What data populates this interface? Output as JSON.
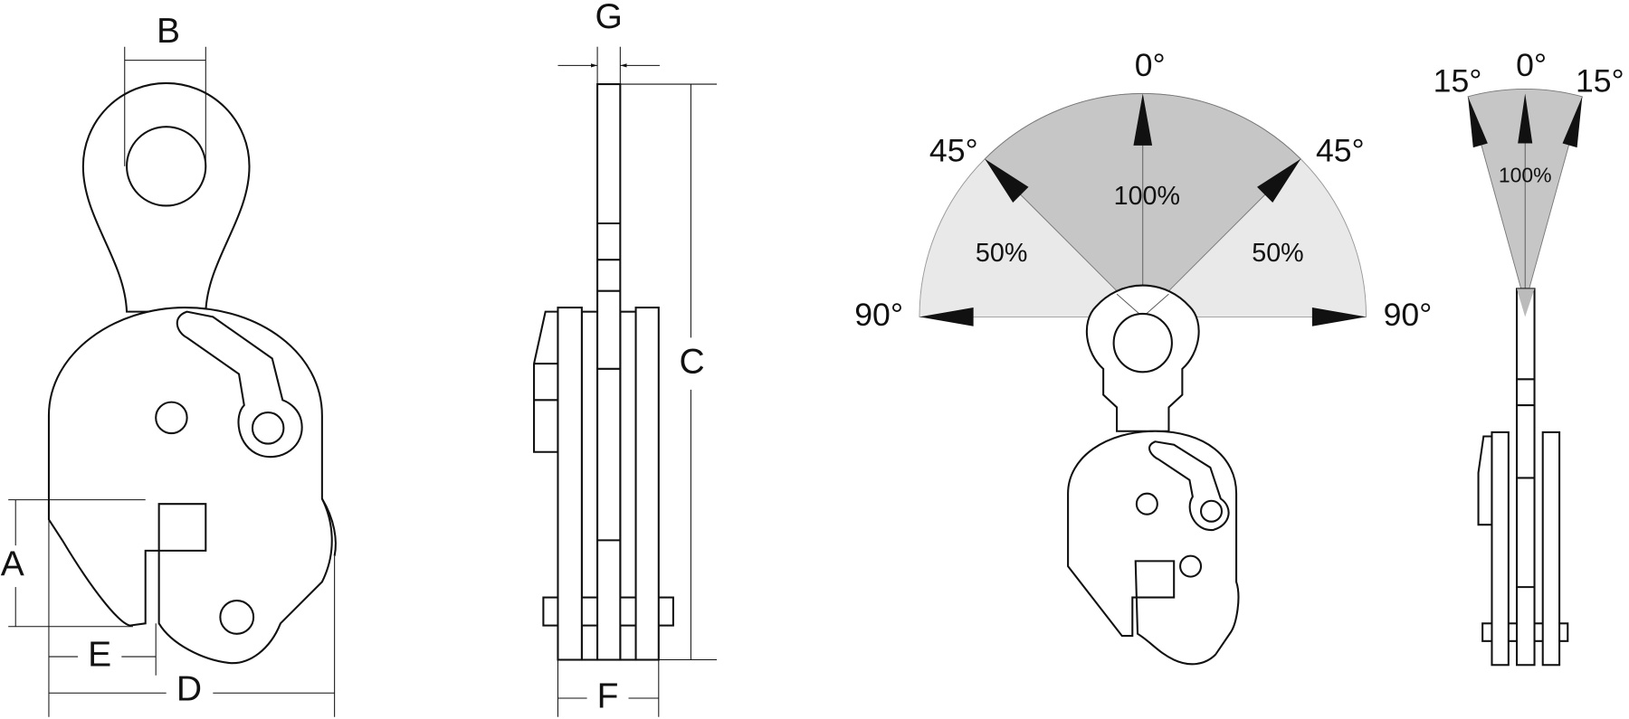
{
  "dimensions": {
    "A": "A",
    "B": "B",
    "C": "C",
    "D": "D",
    "E": "E",
    "F": "F",
    "G": "G"
  },
  "angle_chart": {
    "top": "0°",
    "left45": "45°",
    "right45": "45°",
    "left90": "90°",
    "right90": "90°",
    "center_pct": "100%",
    "left_pct": "50%",
    "right_pct": "50%"
  },
  "narrow_chart": {
    "top": "0°",
    "left15": "15°",
    "right15": "15°",
    "pct": "100%"
  },
  "colors": {
    "full_load": "#c6c6c6",
    "half_load": "#e9e9e9",
    "line": "#111111"
  }
}
